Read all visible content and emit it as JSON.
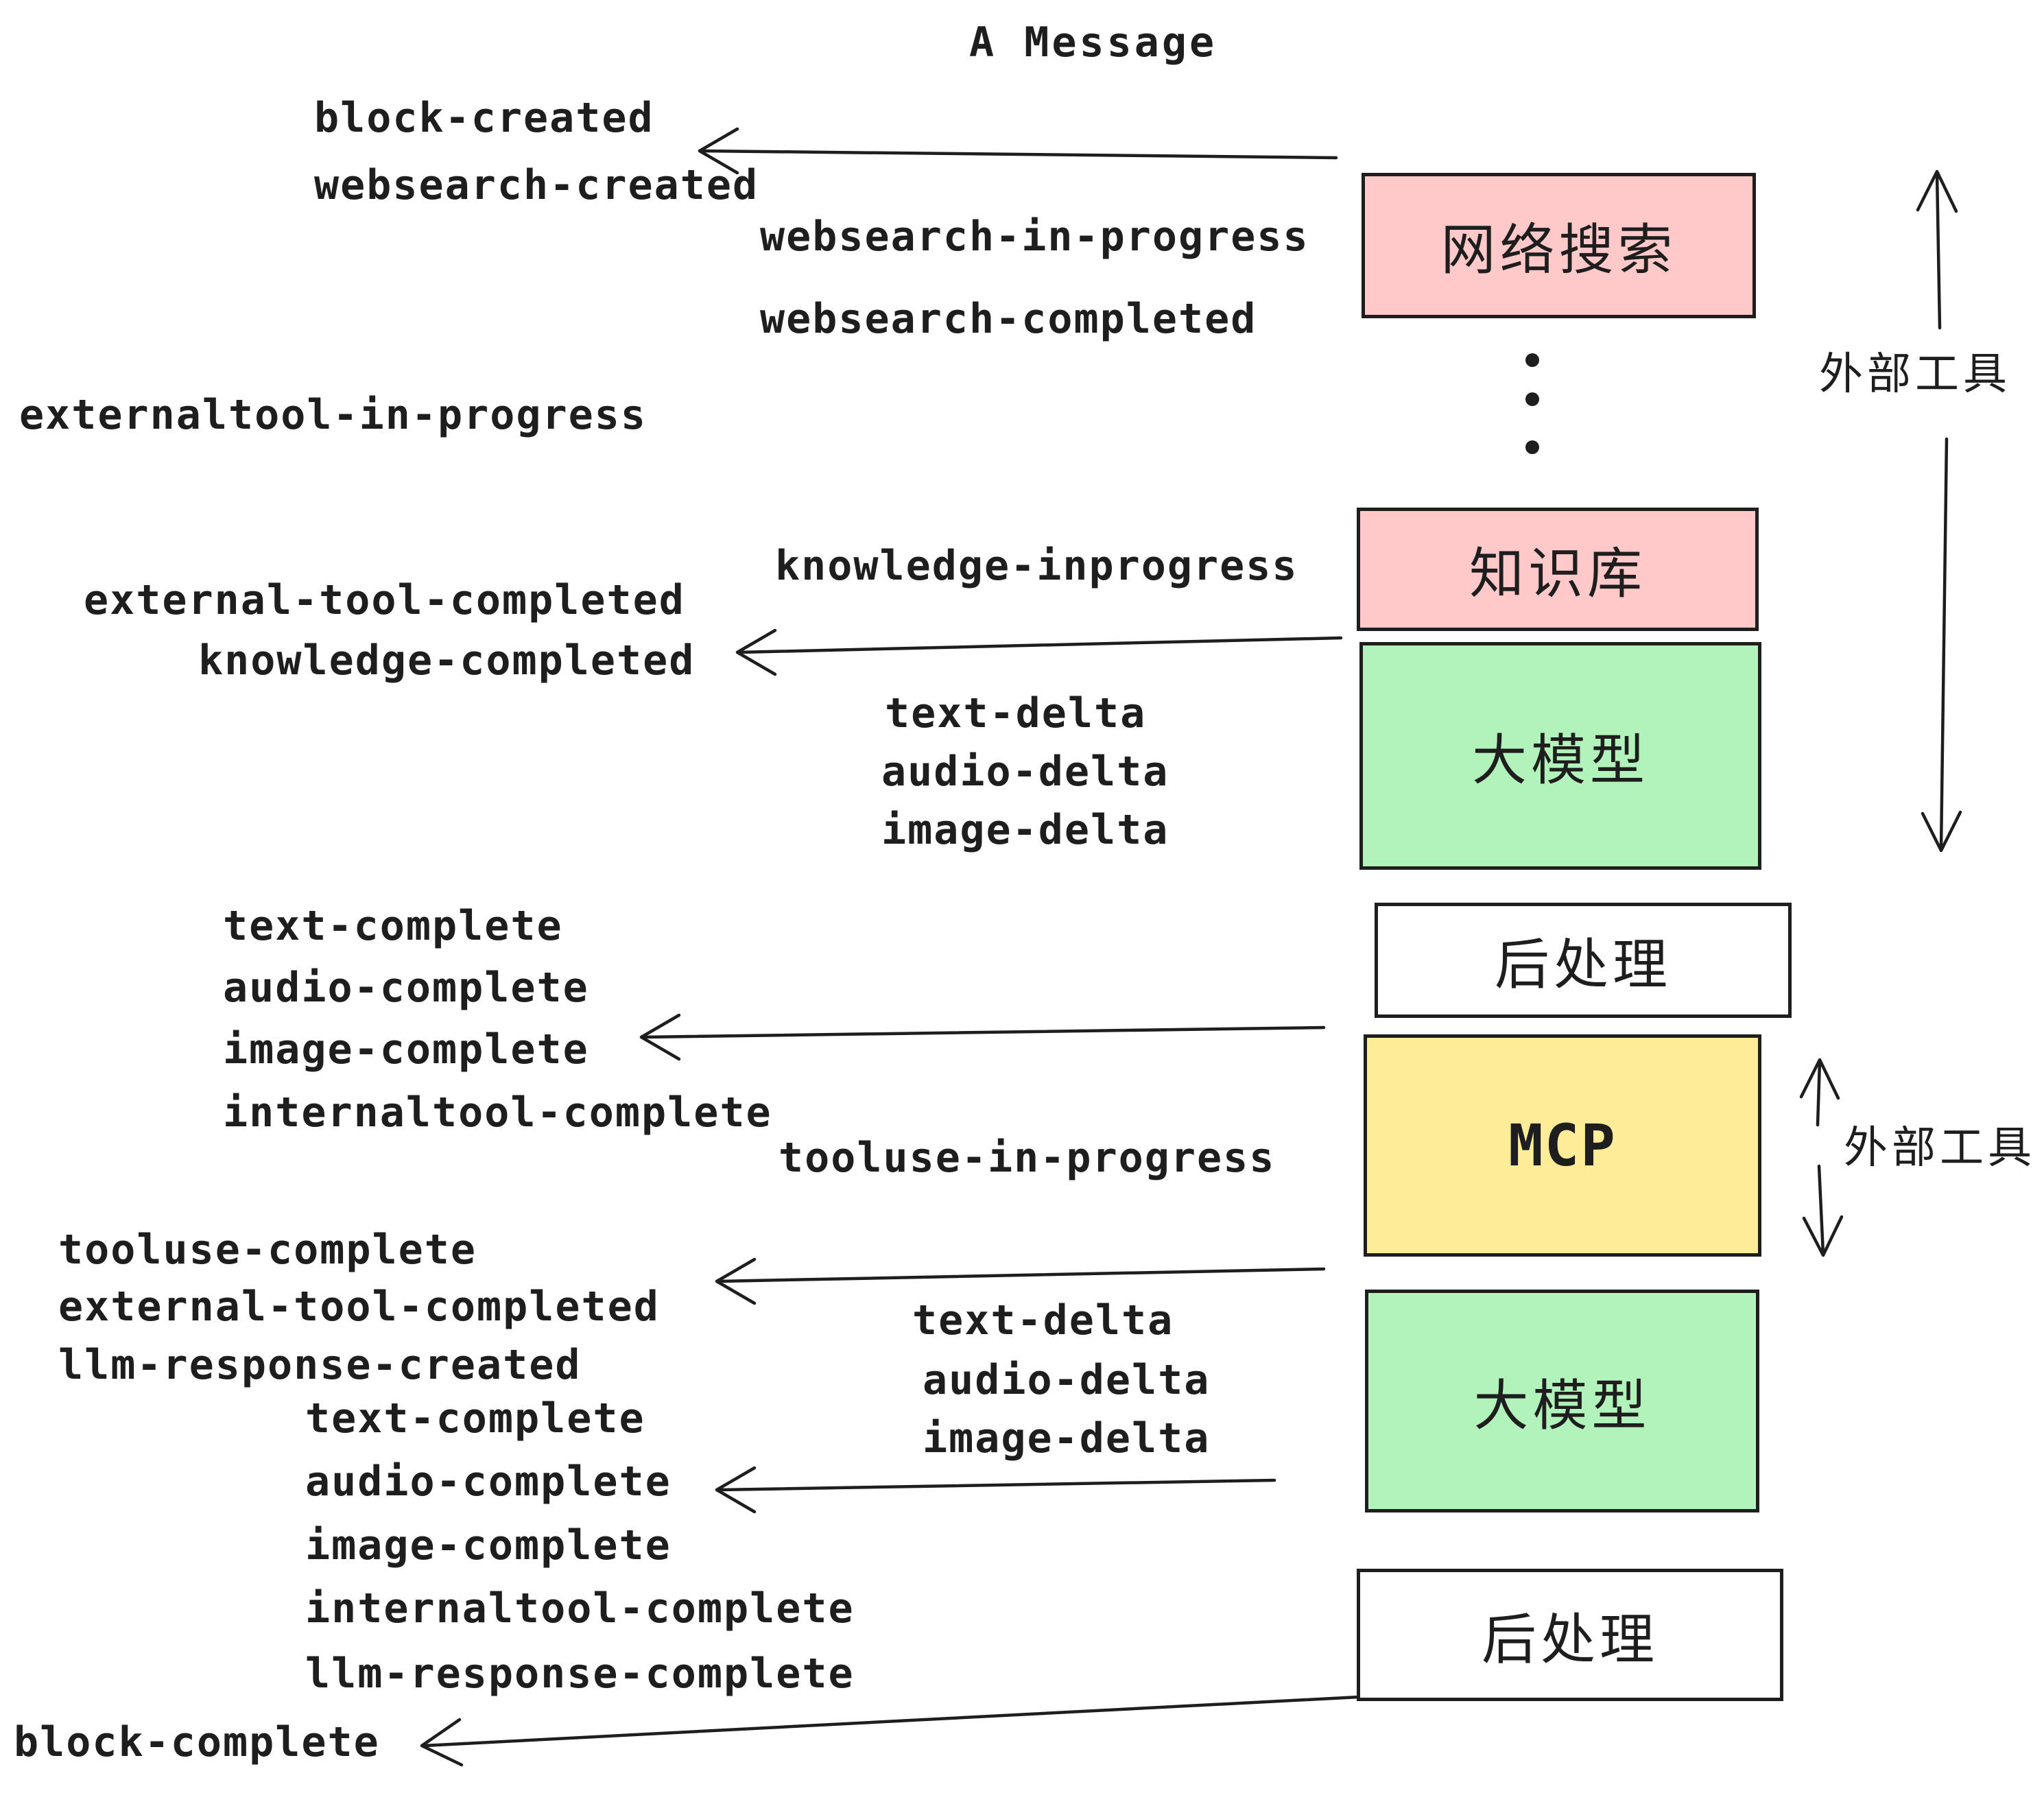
{
  "title": "A Message",
  "colors": {
    "box_pink": "#ffc9c9",
    "box_green": "#b2f2bb",
    "box_yellow": "#ffec99",
    "box_white": "#ffffff",
    "line": "#1e1e1e"
  },
  "boxes": {
    "websearch": "网络搜索",
    "knowledge": "知识库",
    "llm": "大模型",
    "post": "后处理",
    "mcp": "MCP"
  },
  "side_labels": {
    "external_tools": "外部工具"
  },
  "events": {
    "block_created": "block-created",
    "websearch_created": "websearch-created",
    "websearch_in_progress": "websearch-in-progress",
    "websearch_completed": "websearch-completed",
    "externaltool_in_progress": "externaltool-in-progress",
    "knowledge_inprogress": "knowledge-inprogress",
    "external_tool_completed": "external-tool-completed",
    "knowledge_completed": "knowledge-completed",
    "text_delta": "text-delta",
    "audio_delta": "audio-delta",
    "image_delta": "image-delta",
    "text_complete": "text-complete",
    "audio_complete": "audio-complete",
    "image_complete": "image-complete",
    "internaltool_complete": "internaltool-complete",
    "tooluse_in_progress": "tooluse-in-progress",
    "tooluse_complete": "tooluse-complete",
    "llm_response_created": "llm-response-created",
    "llm_response_complete": "llm-response-complete",
    "block_complete": "block-complete"
  }
}
